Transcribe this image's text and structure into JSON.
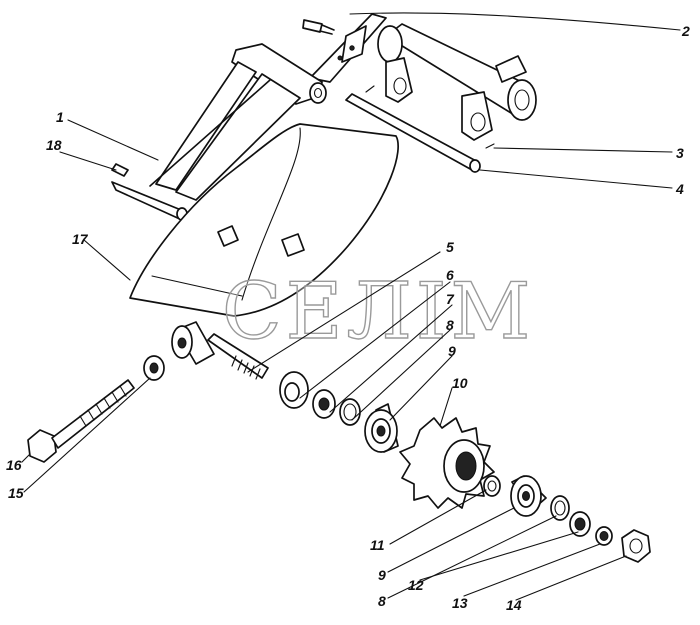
{
  "watermark": {
    "text": "СЕЛІМ"
  },
  "callouts": [
    {
      "label": "1"
    },
    {
      "label": "2"
    },
    {
      "label": "3"
    },
    {
      "label": "4"
    },
    {
      "label": "5"
    },
    {
      "label": "6"
    },
    {
      "label": "7"
    },
    {
      "label": "8"
    },
    {
      "label": "9"
    },
    {
      "label": "10"
    },
    {
      "label": "11"
    },
    {
      "label": "9"
    },
    {
      "label": "8"
    },
    {
      "label": "12"
    },
    {
      "label": "13"
    },
    {
      "label": "14"
    },
    {
      "label": "15"
    },
    {
      "label": "16"
    },
    {
      "label": "17"
    },
    {
      "label": "18"
    }
  ]
}
